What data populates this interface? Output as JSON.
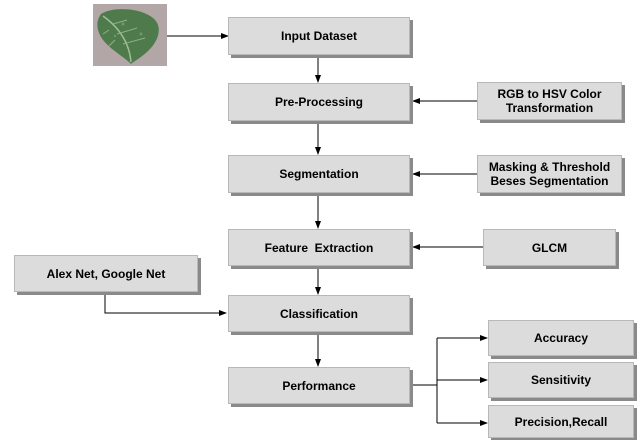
{
  "diagram": {
    "main_flow": {
      "input": "Input Dataset",
      "preprocessing": "Pre-Processing",
      "segmentation": "Segmentation",
      "feature_extraction": "Feature  Extraction",
      "classification": "Classification",
      "performance": "Performance"
    },
    "side_inputs": {
      "color_transform": "RGB to HSV Color\nTransformation",
      "masking": "Masking & Threshold\nBeses Segmentation",
      "glcm": "GLCM",
      "networks": "Alex Net, Google Net"
    },
    "metrics": {
      "accuracy": "Accuracy",
      "sensitivity": "Sensitivity",
      "precision_recall": "Precision,Recall"
    },
    "image": {
      "description_icon": "leaf-image"
    }
  },
  "colors": {
    "box_fill": "#dcdcdc",
    "box_shadow": "#8a8a8a",
    "arrow": "#000000",
    "leaf_green": "#4f7a4c",
    "leaf_background": "#b3a6a6"
  }
}
